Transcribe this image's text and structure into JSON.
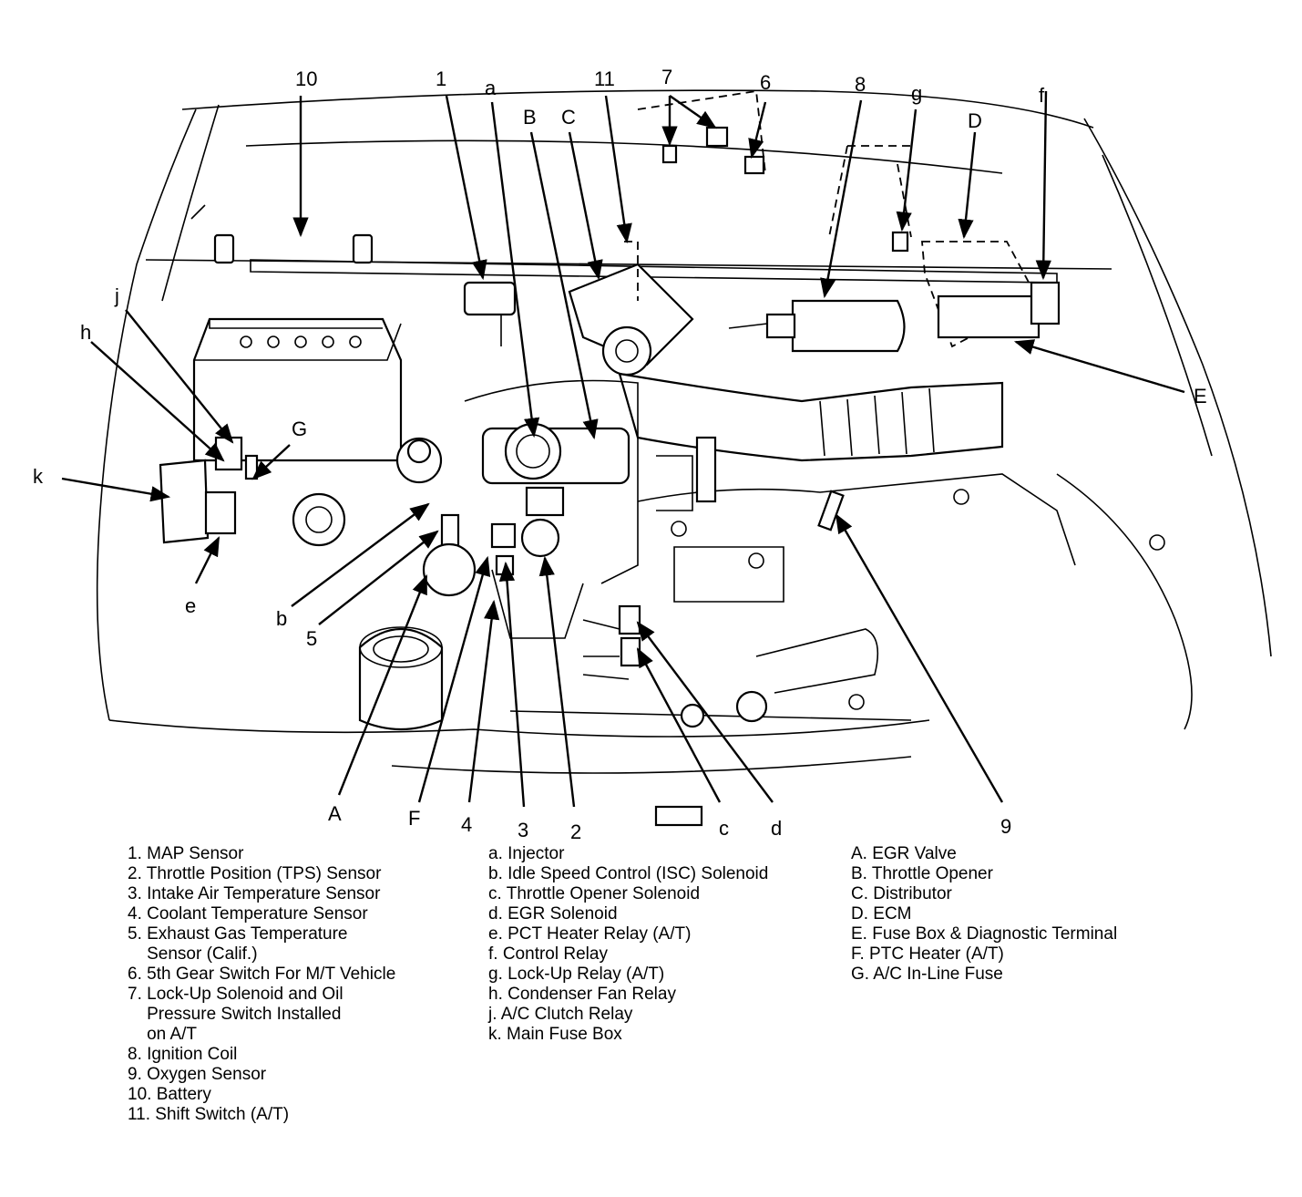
{
  "callouts": {
    "n10": "10",
    "n1": "1",
    "a": "a",
    "n11": "11",
    "n7": "7",
    "n6": "6",
    "n8": "8",
    "g": "g",
    "D": "D",
    "f": "f",
    "B": "B",
    "C": "C",
    "j": "j",
    "h": "h",
    "G": "G",
    "k": "k",
    "e": "e",
    "b": "b",
    "n5": "5",
    "E": "E",
    "A": "A",
    "F": "F",
    "n4": "4",
    "n3": "3",
    "n2": "2",
    "c": "c",
    "d": "d",
    "n9": "9"
  },
  "legend": {
    "numbers": [
      "1. MAP Sensor",
      "2. Throttle Position (TPS) Sensor",
      "3. Intake Air Temperature Sensor",
      "4. Coolant Temperature Sensor",
      "5. Exhaust Gas Temperature",
      "    Sensor (Calif.)",
      "6. 5th Gear Switch For M/T Vehicle",
      "7. Lock-Up Solenoid and Oil",
      "    Pressure Switch Installed",
      "    on A/T",
      "8. Ignition Coil",
      "9. Oxygen Sensor",
      "10. Battery",
      "11. Shift Switch (A/T)"
    ],
    "lowercase": [
      "a. Injector",
      "b. Idle Speed Control (ISC) Solenoid",
      "c. Throttle Opener Solenoid",
      "d. EGR Solenoid",
      "e. PCT Heater Relay (A/T)",
      "f. Control Relay",
      "g. Lock-Up Relay (A/T)",
      "h. Condenser Fan Relay",
      "j. A/C Clutch Relay",
      "k. Main Fuse Box"
    ],
    "uppercase": [
      "A. EGR Valve",
      "B. Throttle Opener",
      "C. Distributor",
      "D. ECM",
      "E. Fuse Box & Diagnostic Terminal",
      "F. PTC Heater (A/T)",
      "G. A/C In-Line Fuse"
    ]
  }
}
